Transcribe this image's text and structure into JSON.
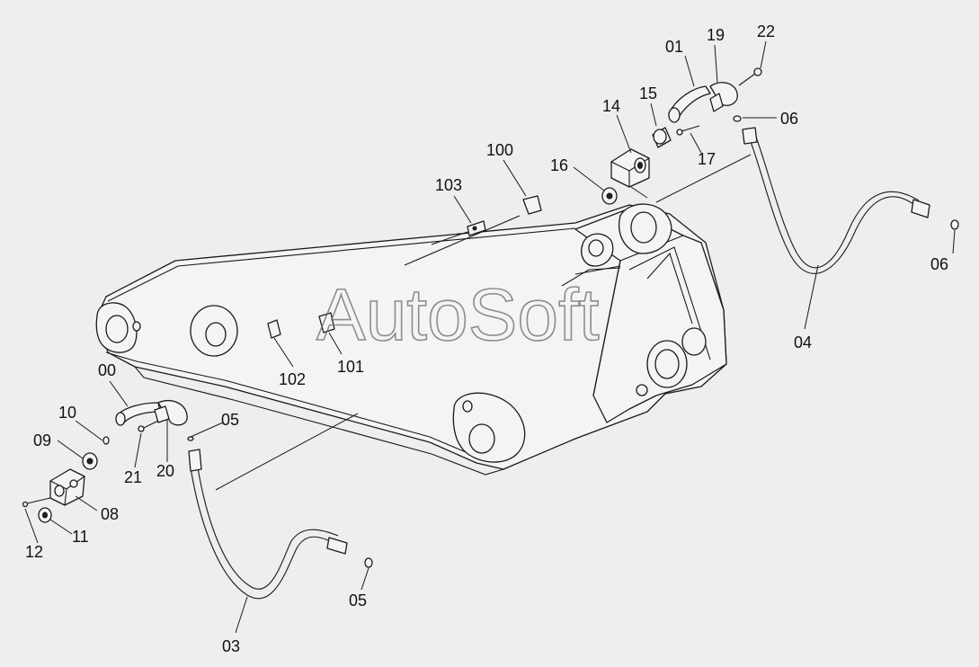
{
  "watermark": "AutoSoft",
  "labels": {
    "p00": "00",
    "p01": "01",
    "p03": "03",
    "p04": "04",
    "p05a": "05",
    "p05b": "05",
    "p06a": "06",
    "p06b": "06",
    "p08": "08",
    "p09": "09",
    "p10": "10",
    "p11": "11",
    "p12": "12",
    "p14": "14",
    "p15": "15",
    "p16": "16",
    "p17": "17",
    "p19": "19",
    "p20": "20",
    "p21": "21",
    "p22": "22",
    "p100": "100",
    "p101": "101",
    "p102": "102",
    "p103": "103"
  },
  "colors": {
    "background": "#eeeeee",
    "line": "#1a1a1a",
    "watermark": "#6a6a6a"
  }
}
